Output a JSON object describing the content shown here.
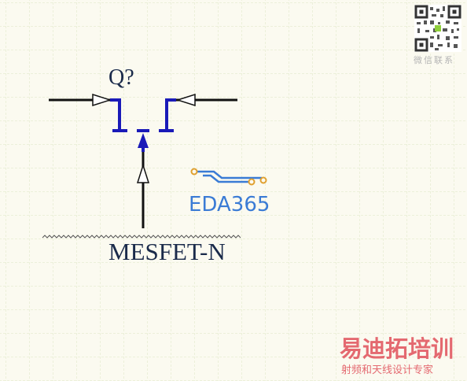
{
  "component": {
    "designator": "Q?",
    "comment": "MESFET-N"
  },
  "watermarks": {
    "qr_caption": "微信联系",
    "eda_logo_text": "EDA365",
    "training_brand": "易迪拓培训",
    "training_tagline": "射频和天线设计专家"
  },
  "colors": {
    "background": "#fbfaf0",
    "grid": "#dde6c4",
    "wire": "#111111",
    "symbol": "#1a1ab8",
    "label": "#1a2a4a",
    "brand_red": "#e0505a",
    "logo_blue": "#3a7bd5",
    "logo_gold": "#e0a030"
  }
}
